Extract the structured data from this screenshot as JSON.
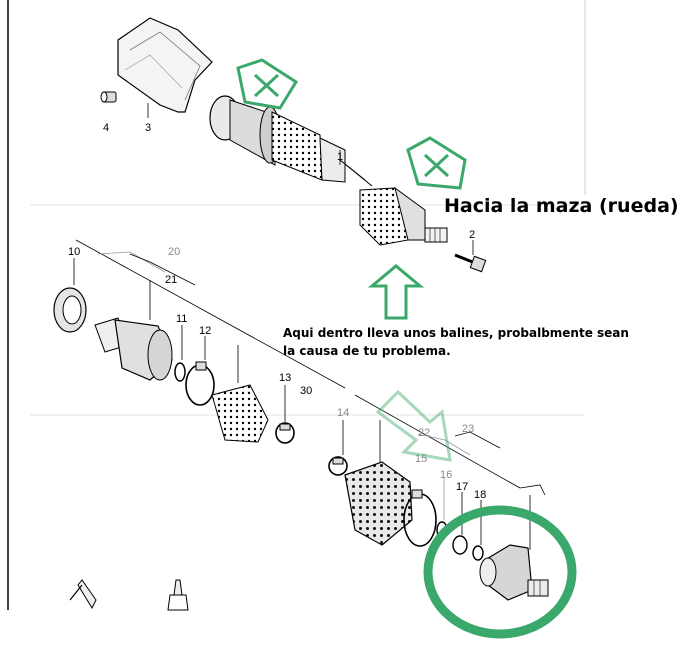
{
  "annotations": {
    "wheel_hub_label": "Hacia la maza (rueda)",
    "bearing_note_line1": "Aqui dentro lleva unos balines, probalbmente sean",
    "bearing_note_line2": "la causa de tu problema."
  },
  "part_numbers": {
    "p1": "1",
    "p2": "2",
    "p3": "3",
    "p4": "4",
    "p10": "10",
    "p11": "11",
    "p12": "12",
    "p13": "13",
    "p14": "14",
    "p15": "15",
    "p16": "16",
    "p17": "17",
    "p18": "18",
    "p20": "20",
    "p21": "21",
    "p22": "22",
    "p23": "23",
    "p30_left": "30",
    "p30_right": "30"
  },
  "colors": {
    "accent_green": "#3aa86b",
    "line": "#000000",
    "faint_line": "#9a9a9a"
  }
}
